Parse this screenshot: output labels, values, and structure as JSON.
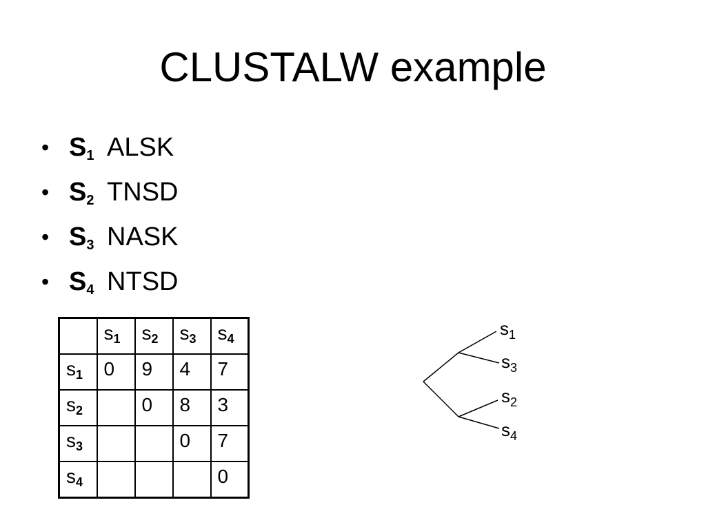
{
  "slide": {
    "title": "CLUSTALW example"
  },
  "bullets": [
    {
      "symbol": "•",
      "label": "S",
      "index": "1",
      "sequence": "ALSK"
    },
    {
      "symbol": "•",
      "label": "S",
      "index": "2",
      "sequence": "TNSD"
    },
    {
      "symbol": "•",
      "label": "S",
      "index": "3",
      "sequence": "NASK"
    },
    {
      "symbol": "•",
      "label": "S",
      "index": "4",
      "sequence": "NTSD"
    }
  ],
  "matrix": {
    "col_headers": [
      {
        "label": "s",
        "index": "1"
      },
      {
        "label": "s",
        "index": "2"
      },
      {
        "label": "s",
        "index": "3"
      },
      {
        "label": "s",
        "index": "4"
      }
    ],
    "rows": [
      {
        "label": "s",
        "index": "1",
        "cells": [
          "0",
          "9",
          "4",
          "7"
        ]
      },
      {
        "label": "s",
        "index": "2",
        "cells": [
          "",
          "0",
          "8",
          "3"
        ]
      },
      {
        "label": "s",
        "index": "3",
        "cells": [
          "",
          "",
          "0",
          "7"
        ]
      },
      {
        "label": "s",
        "index": "4",
        "cells": [
          "",
          "",
          "",
          "0"
        ]
      }
    ]
  },
  "tree": {
    "leaves": [
      {
        "label": "s",
        "index": "1"
      },
      {
        "label": "s",
        "index": "3"
      },
      {
        "label": "s",
        "index": "2"
      },
      {
        "label": "s",
        "index": "4"
      }
    ]
  }
}
